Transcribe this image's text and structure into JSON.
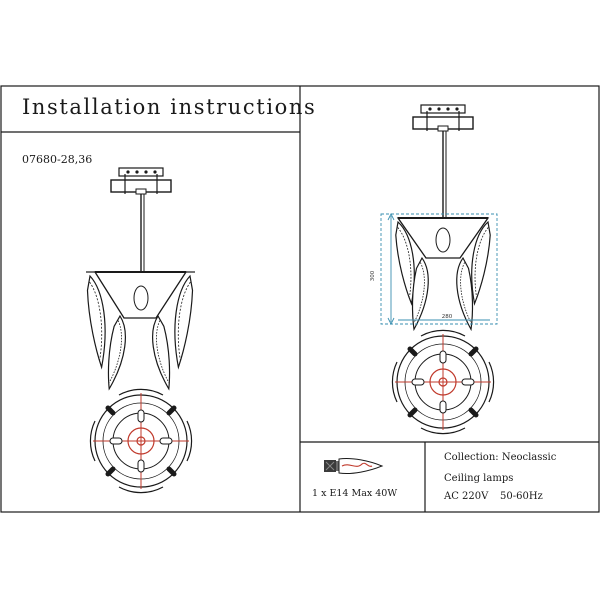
{
  "header": {
    "title": "Installation instructions",
    "model": "07680-28,36"
  },
  "dimensions": {
    "height": "300",
    "width": "280"
  },
  "bulb": {
    "label": "1 x E14 Max 40W"
  },
  "specs": {
    "collection": "Collection: Neoclassic",
    "category": "Ceiling lamps",
    "voltage": "AC 220V",
    "frequency": "50-60Hz"
  },
  "colors": {
    "line": "#1a1a1a",
    "dimension": "#3a8fb0",
    "center": "#c0392b",
    "bulb": "#c0392b"
  }
}
